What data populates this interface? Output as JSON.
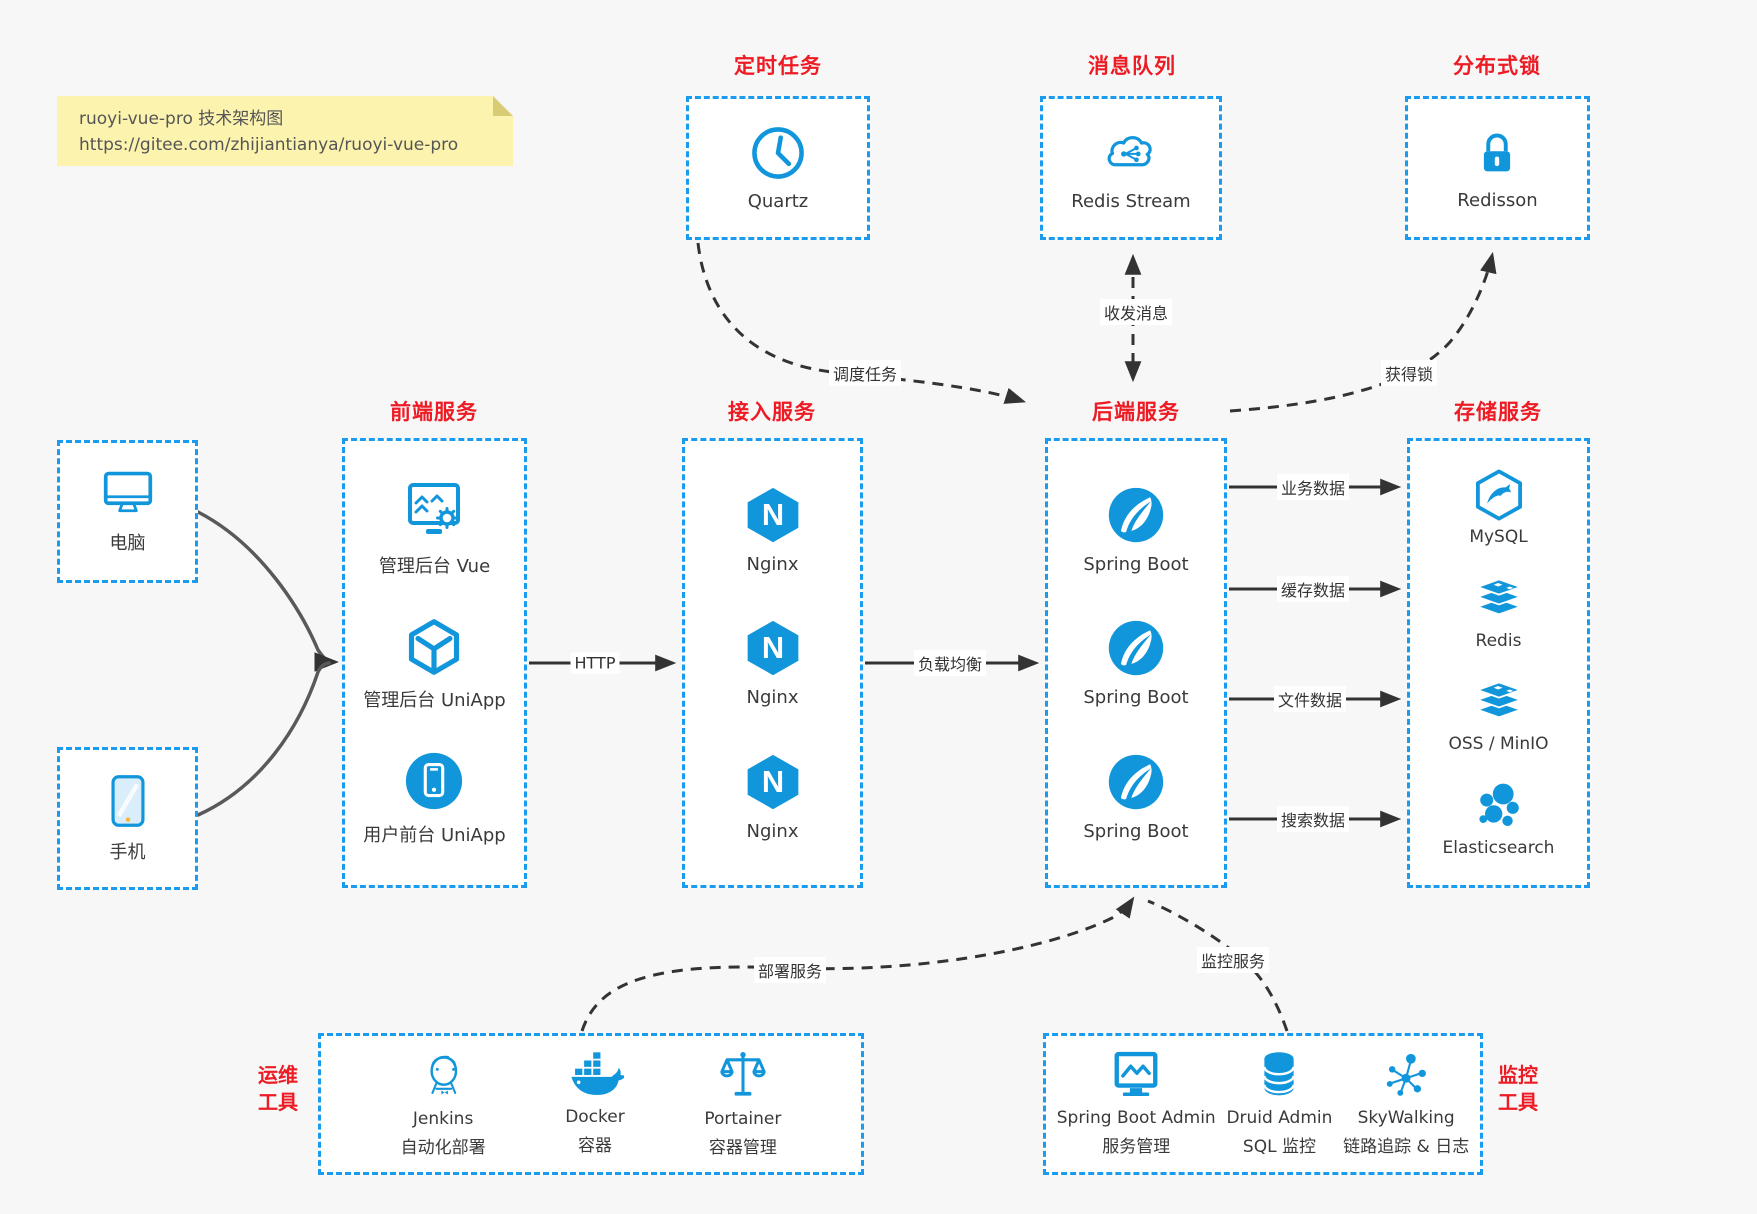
{
  "colors": {
    "accent_blue": "#1b9bf0",
    "icon_blue": "#1296db",
    "title_red": "#ed1c24",
    "arrow_dark": "#333333",
    "client_curve_gray": "#58595b",
    "note_bg": "#fbf3ae",
    "canvas_bg": "#f7f7f8"
  },
  "note": {
    "line1": "ruoyi-vue-pro 技术架构图",
    "line2": "https://gitee.com/zhijiantianya/ruoyi-vue-pro"
  },
  "groups": {
    "scheduled_job": {
      "title": "定时任务",
      "item": "Quartz"
    },
    "message_queue": {
      "title": "消息队列",
      "item": "Redis Stream"
    },
    "distributed_lock": {
      "title": "分布式锁",
      "item": "Redisson"
    },
    "frontend": {
      "title": "前端服务",
      "items": [
        "管理后台 Vue",
        "管理后台 UniApp",
        "用户前台 UniApp"
      ]
    },
    "gateway": {
      "title": "接入服务",
      "items": [
        "Nginx",
        "Nginx",
        "Nginx"
      ]
    },
    "backend": {
      "title": "后端服务",
      "items": [
        "Spring Boot",
        "Spring Boot",
        "Spring Boot"
      ]
    },
    "storage": {
      "title": "存储服务",
      "items": [
        "MySQL",
        "Redis",
        "OSS / MinIO",
        "Elasticsearch"
      ]
    },
    "clients": {
      "computer": "电脑",
      "phone": "手机"
    },
    "ops_tools": {
      "title_line1": "运维",
      "title_line2": "工具",
      "items": [
        {
          "name": "Jenkins",
          "desc": "自动化部署"
        },
        {
          "name": "Docker",
          "desc": "容器"
        },
        {
          "name": "Portainer",
          "desc": "容器管理"
        }
      ]
    },
    "monitor_tools": {
      "title_line1": "监控",
      "title_line2": "工具",
      "items": [
        {
          "name": "Spring Boot Admin",
          "desc": "服务管理"
        },
        {
          "name": "Druid Admin",
          "desc": "SQL 监控"
        },
        {
          "name": "SkyWalking",
          "desc": "链路追踪 & 日志"
        }
      ]
    }
  },
  "edges": {
    "http": "HTTP",
    "load_balance": "负载均衡",
    "biz_data": "业务数据",
    "cache_data": "缓存数据",
    "file_data": "文件数据",
    "search_data": "搜索数据",
    "schedule_task": "调度任务",
    "send_receive_msg": "收发消息",
    "get_lock": "获得锁",
    "deploy_service": "部署服务",
    "monitor_service": "监控服务"
  }
}
